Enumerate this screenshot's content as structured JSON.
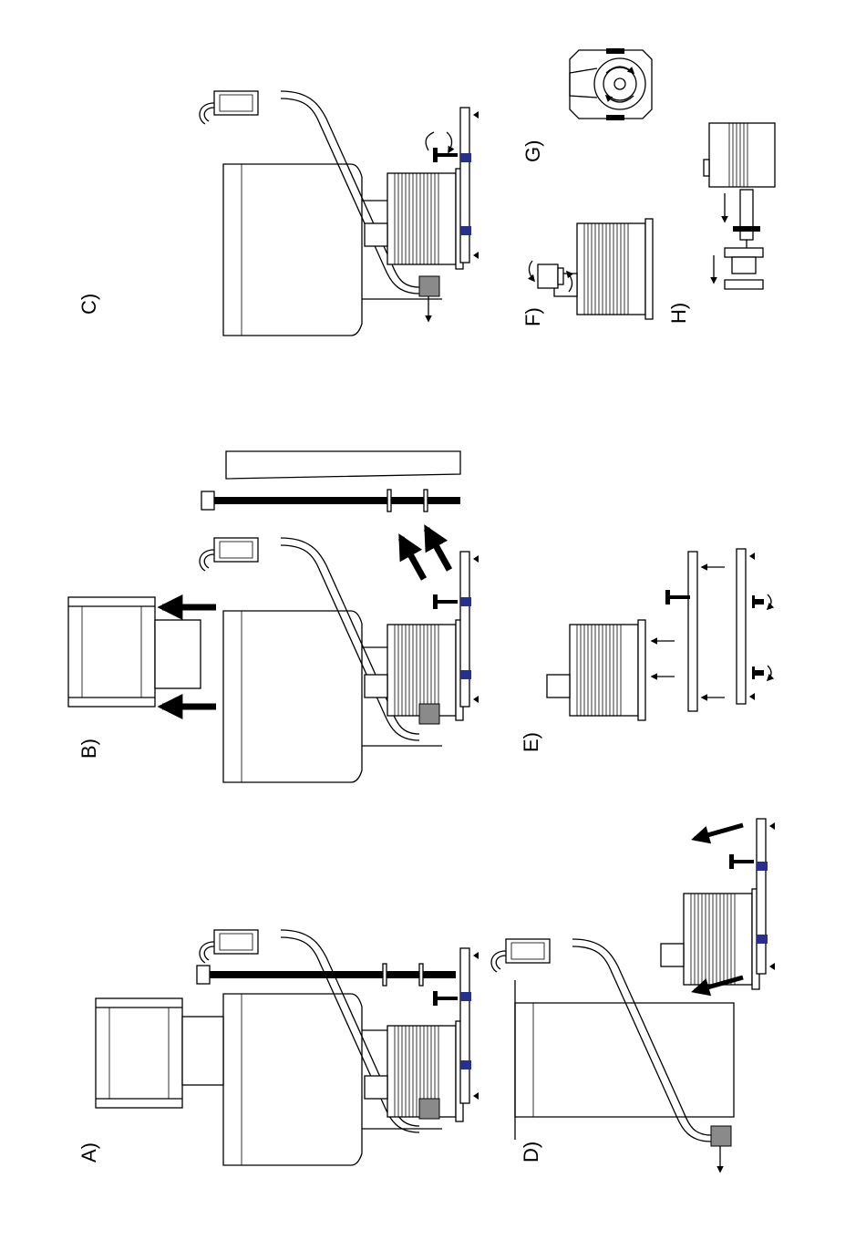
{
  "figure": {
    "panels": [
      {
        "id": "A",
        "label": "A)"
      },
      {
        "id": "B",
        "label": "B)"
      },
      {
        "id": "C",
        "label": "C)"
      },
      {
        "id": "D",
        "label": "D)"
      },
      {
        "id": "E",
        "label": "E)"
      },
      {
        "id": "F",
        "label": "F)"
      },
      {
        "id": "G",
        "label": "G)"
      },
      {
        "id": "H",
        "label": "H)"
      }
    ],
    "colors": {
      "line": "#000000",
      "background": "#ffffff",
      "accent_blue": "#2a2f8f",
      "part_gray": "#8a8a8a"
    }
  }
}
